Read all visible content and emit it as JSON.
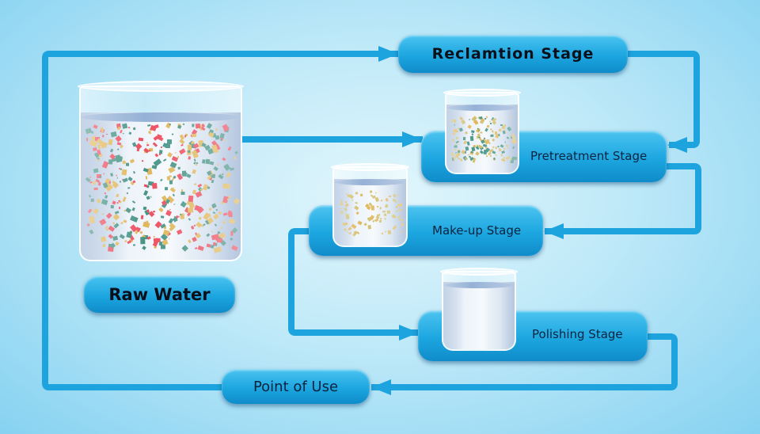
{
  "stages": {
    "reclamation": "Reclamtion Stage",
    "pretreatment": "Pretreatment Stage",
    "makeup": "Make-up Stage",
    "polishing": "Polishing Stage",
    "point_of_use": "Point of Use",
    "raw_water": "Raw Water"
  },
  "colors": {
    "pipe": "#1da3dd",
    "box": "#1ca6e0",
    "text": "#0c2340",
    "particles": [
      "#e8243a",
      "#1a7a6a",
      "#d9a531",
      "#c7b04a"
    ]
  }
}
